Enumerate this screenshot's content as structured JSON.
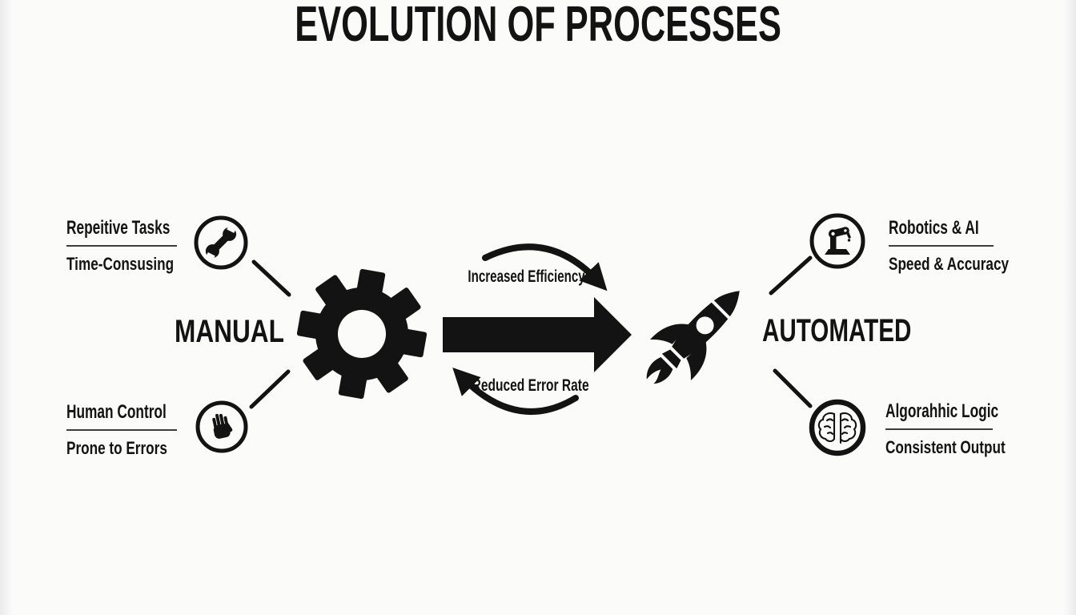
{
  "title": "EVOLUTION OF PROCESSES",
  "stages": {
    "manual": {
      "label": "MANUAL",
      "icon": "gear-icon"
    },
    "automated": {
      "label": "AUTOMATED",
      "icon": "rocket-icon"
    }
  },
  "features": {
    "left_top": {
      "title": "Repeitive Tasks",
      "subtitle": "Time-Consusing",
      "icon": "wrench-icon"
    },
    "left_bottom": {
      "title": "Human Control",
      "subtitle": "Prone to Errors",
      "icon": "hand-icon"
    },
    "right_top": {
      "title": "Robotics & AI",
      "subtitle": "Speed & Accuracy",
      "icon": "robot-arm-icon"
    },
    "right_bottom": {
      "title": "Algorahhic Logic",
      "subtitle": "Consistent Output",
      "icon": "brain-icon"
    }
  },
  "transition": {
    "top_arrow_label": "Increased Efficiency",
    "bottom_arrow_label": "Reduced Error Rate"
  },
  "colors": {
    "background": "#fbfbfa",
    "ink": "#131313",
    "divider": "#3d3d3d"
  }
}
